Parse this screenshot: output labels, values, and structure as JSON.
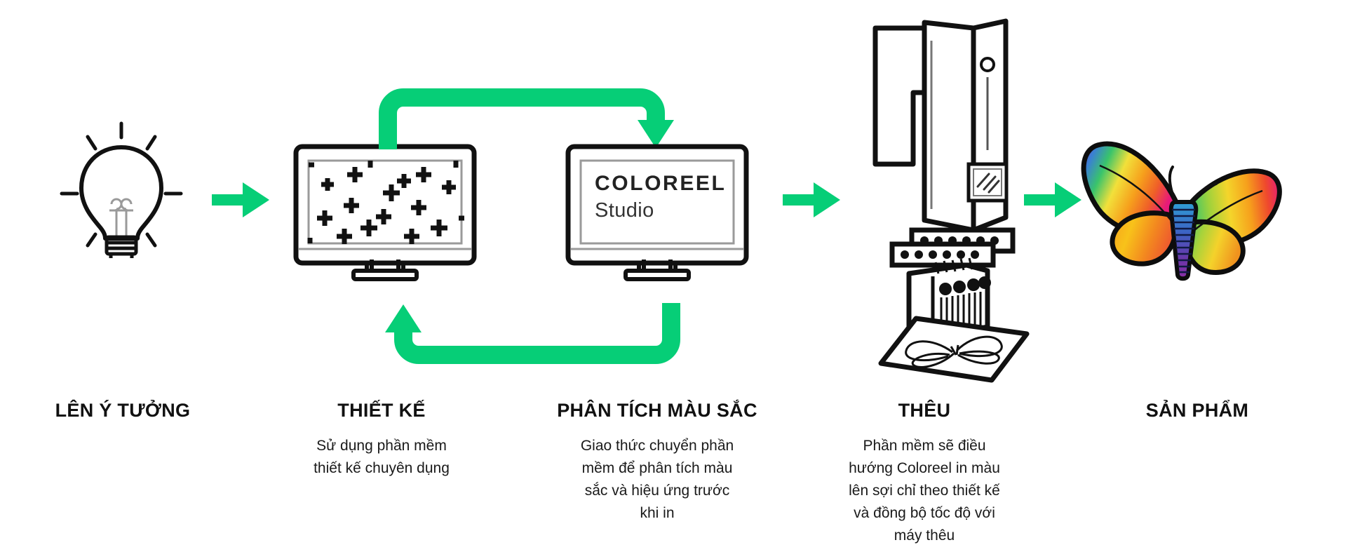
{
  "theme": {
    "accent_green": "#06ce77",
    "ink": "#111111",
    "page_background": "#ffffff",
    "screen_border": "#9a9a9a"
  },
  "diagram": {
    "title_hidden": "",
    "flow_type": "left-to-right process flow with feedback loop",
    "steps": [
      {
        "id": "idea",
        "title": "LÊN Ý TƯỞNG",
        "description": "",
        "icon": "lightbulb-icon"
      },
      {
        "id": "design",
        "title": "THIẾT KẾ",
        "description": "Sử dụng phần mềm\nthiết kế chuyên dụng",
        "desc_lines": [
          "Sử dụng phần mềm",
          "thiết kế chuyên dụng"
        ],
        "icon": "monitor-design-icon"
      },
      {
        "id": "color-analysis",
        "title": "PHÂN TÍCH MÀU SẮC",
        "description": "Giao thức chuyển phần mềm để phân tích màu sắc và hiệu ứng trước khi in",
        "desc_lines": [
          "Giao thức chuyển phần",
          "mềm để phân tích màu",
          "sắc và hiệu ứng trước",
          "khi in"
        ],
        "icon": "monitor-coloreel-studio-icon",
        "screen_text": {
          "brand": "COLOREEL",
          "product": "Studio"
        }
      },
      {
        "id": "embroidery",
        "title": "THÊU",
        "description": "Phần mềm sẽ điều hướng Coloreel in màu lên sợi chỉ theo thiết kế và đồng bộ tốc độ với máy thêu",
        "desc_lines": [
          "Phần mềm sẽ điều",
          "hướng Coloreel in màu",
          "lên sợi chỉ theo thiết kế",
          "và đồng bộ tốc độ với",
          "máy thêu"
        ],
        "icon": "embroidery-machine-icon"
      },
      {
        "id": "product",
        "title": "SẢN PHẨM",
        "description": "",
        "icon": "rainbow-butterfly-icon"
      }
    ],
    "arrows": [
      {
        "id": "arrow-idea-to-design",
        "kind": "straight-right"
      },
      {
        "id": "arrow-color-to-embroidery",
        "kind": "straight-right"
      },
      {
        "id": "arrow-embroidery-to-product",
        "kind": "straight-right"
      },
      {
        "id": "loop-design-to-color",
        "kind": "loop-top-right-down"
      },
      {
        "id": "loop-color-to-design",
        "kind": "loop-bottom-left-up"
      }
    ],
    "cut_off_footer_text": ""
  }
}
